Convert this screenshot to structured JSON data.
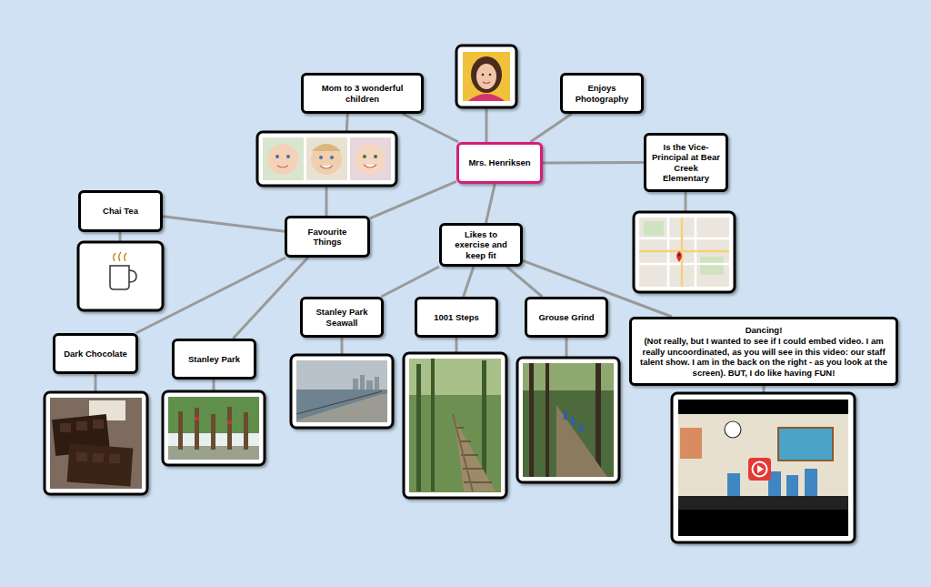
{
  "diagram": {
    "nodes": [
      {
        "text": [
          "Mrs. Henriksen"
        ]
      },
      {
        "text": [
          "Mom to 3 wonderful children"
        ]
      },
      {
        "text": [
          "Enjoys Photography"
        ]
      },
      {
        "text": [
          "Is the Vice-Principal at Bear Creek Elementary"
        ]
      },
      {
        "text": [
          "Favourite Things"
        ]
      },
      {
        "text": [
          "Chai Tea"
        ]
      },
      {
        "text": [
          "Likes to exercise and keep fit"
        ]
      },
      {
        "text": [
          "Dark Chocolate"
        ]
      },
      {
        "text": [
          "Stanley Park"
        ]
      },
      {
        "text": [
          "Stanley Park Seawall"
        ]
      },
      {
        "text": [
          "1001 Steps"
        ]
      },
      {
        "text": [
          "Grouse Grind"
        ]
      },
      {
        "text": [
          "Dancing!",
          "(Not really, but I wanted to see if I could embed video.  I am really uncoordinated, as you will see in this video: our staff talent show. I am in the back on the right - as you look at the screen). BUT, I do like having FUN!"
        ]
      }
    ],
    "edges": [
      {
        "from": 0,
        "to": 1,
        "arrow": "none"
      },
      {
        "from": 0,
        "to": 2,
        "arrow": "none"
      },
      {
        "from": 0,
        "to": 3,
        "arrow": "none"
      },
      {
        "from": 0,
        "to": 4,
        "arrow": "none"
      },
      {
        "from": 0,
        "to": 6,
        "arrow": "none"
      },
      {
        "from": 4,
        "to": 5,
        "arrow": "none"
      },
      {
        "from": 4,
        "to": 7,
        "arrow": "none"
      },
      {
        "from": 4,
        "to": 8,
        "arrow": "none"
      },
      {
        "from": 6,
        "to": 9,
        "arrow": "none"
      },
      {
        "from": 6,
        "to": 10,
        "arrow": "none"
      },
      {
        "from": 6,
        "to": 11,
        "arrow": "none"
      },
      {
        "from": 6,
        "to": 12,
        "arrow": "none"
      }
    ]
  }
}
